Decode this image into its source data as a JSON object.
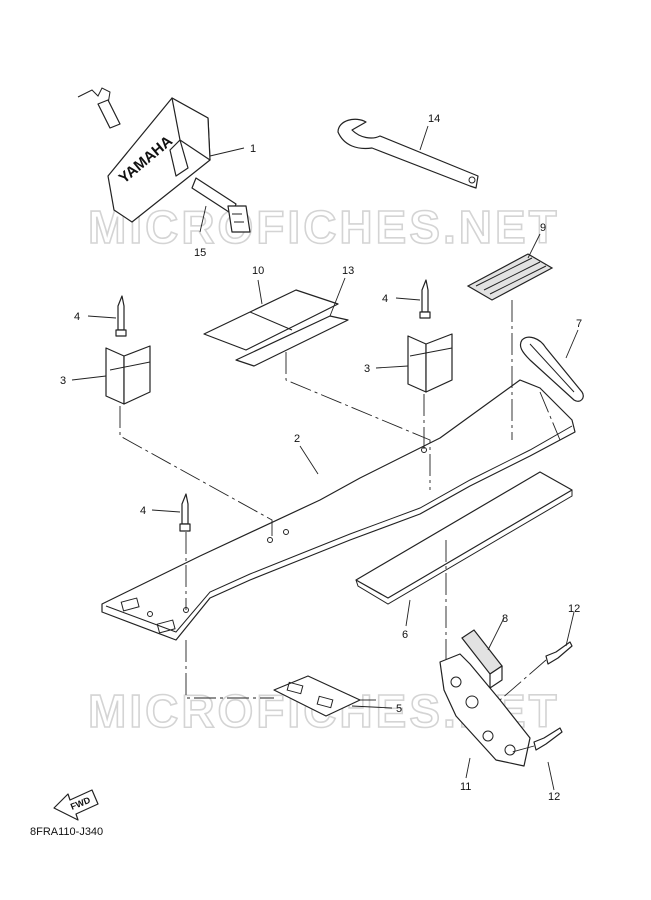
{
  "diagram": {
    "code": "8FRA110-J340",
    "fwd_label": "FWD",
    "brand_label": "YAMAHA",
    "watermark_text": "MICROFICHES.NET",
    "callouts": [
      {
        "num": "1"
      },
      {
        "num": "14"
      },
      {
        "num": "15"
      },
      {
        "num": "9"
      },
      {
        "num": "10"
      },
      {
        "num": "13"
      },
      {
        "num": "4"
      },
      {
        "num": "4"
      },
      {
        "num": "7"
      },
      {
        "num": "3"
      },
      {
        "num": "3"
      },
      {
        "num": "2"
      },
      {
        "num": "4"
      },
      {
        "num": "12"
      },
      {
        "num": "8"
      },
      {
        "num": "6"
      },
      {
        "num": "5"
      },
      {
        "num": "11"
      },
      {
        "num": "12"
      }
    ]
  }
}
